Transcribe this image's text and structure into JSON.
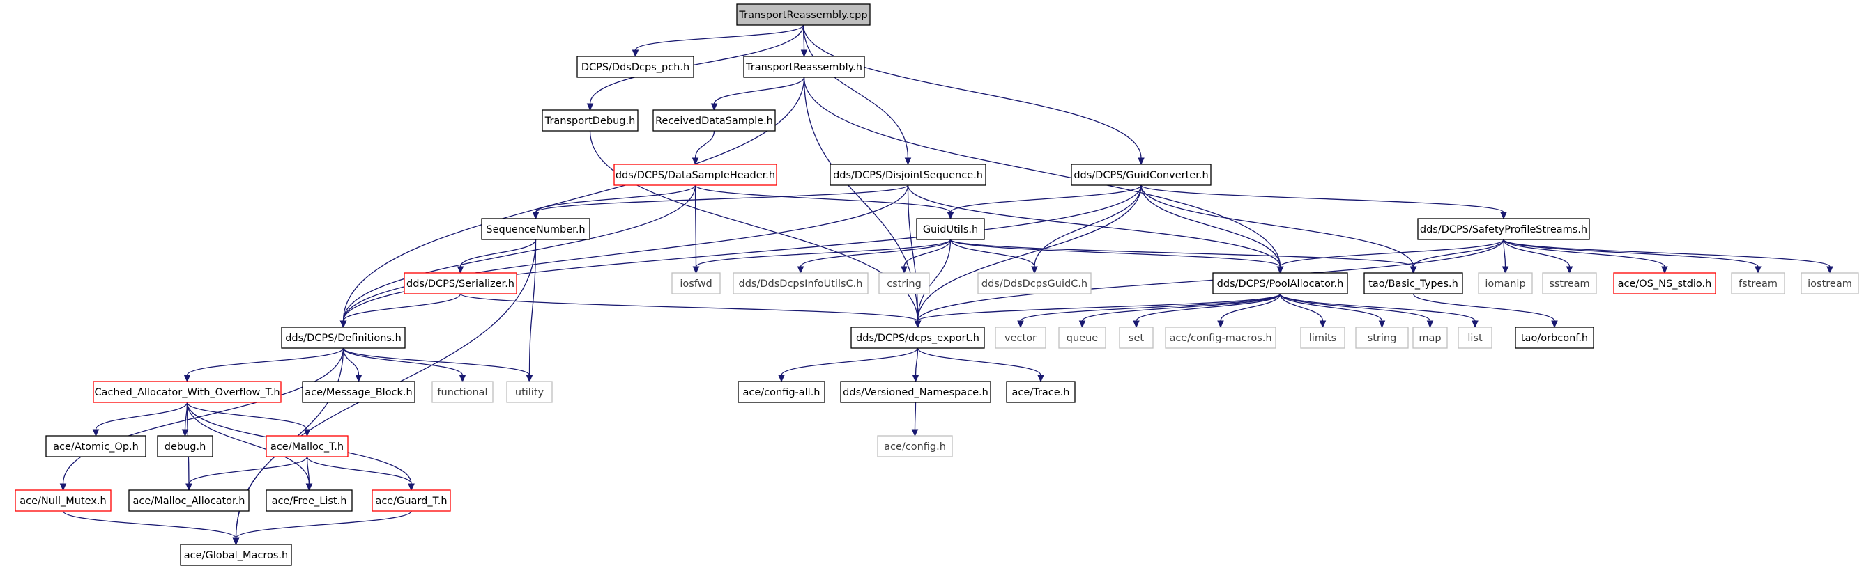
{
  "title": "TransportReassembly.cpp",
  "colors": {
    "edge": "#191970",
    "root_fill": "#bfbfbf",
    "normal_border": "#000000",
    "truncated_border": "#ff0000",
    "external_border": "#bfbfbf",
    "external_text": "#404040",
    "text": "#000000"
  },
  "nodes": [
    {
      "id": "root",
      "label": "TransportReassembly.cpp",
      "style": "root"
    },
    {
      "id": "pch",
      "label": "DCPS/DdsDcps_pch.h",
      "style": "normal"
    },
    {
      "id": "trh",
      "label": "TransportReassembly.h",
      "style": "normal"
    },
    {
      "id": "tdbg",
      "label": "TransportDebug.h",
      "style": "normal"
    },
    {
      "id": "rds",
      "label": "ReceivedDataSample.h",
      "style": "normal"
    },
    {
      "id": "dsh",
      "label": "dds/DCPS/DataSampleHeader.h",
      "style": "truncated"
    },
    {
      "id": "disj",
      "label": "dds/DCPS/DisjointSequence.h",
      "style": "normal"
    },
    {
      "id": "gconv",
      "label": "dds/DCPS/GuidConverter.h",
      "style": "normal"
    },
    {
      "id": "seqn",
      "label": "SequenceNumber.h",
      "style": "normal"
    },
    {
      "id": "gutils",
      "label": "GuidUtils.h",
      "style": "normal"
    },
    {
      "id": "sps",
      "label": "dds/DCPS/SafetyProfileStreams.h",
      "style": "normal"
    },
    {
      "id": "ser",
      "label": "dds/DCPS/Serializer.h",
      "style": "truncated"
    },
    {
      "id": "iosfwd",
      "label": "iosfwd",
      "style": "external"
    },
    {
      "id": "infoutils",
      "label": "dds/DdsDcpsInfoUtilsC.h",
      "style": "external"
    },
    {
      "id": "cstring",
      "label": "cstring",
      "style": "external"
    },
    {
      "id": "guidc",
      "label": "dds/DdsDcpsGuidC.h",
      "style": "external"
    },
    {
      "id": "pool",
      "label": "dds/DCPS/PoolAllocator.h",
      "style": "normal"
    },
    {
      "id": "basic",
      "label": "tao/Basic_Types.h",
      "style": "normal"
    },
    {
      "id": "iomanip",
      "label": "iomanip",
      "style": "external"
    },
    {
      "id": "sstream",
      "label": "sstream",
      "style": "external"
    },
    {
      "id": "osns",
      "label": "ace/OS_NS_stdio.h",
      "style": "truncated"
    },
    {
      "id": "fstream",
      "label": "fstream",
      "style": "external"
    },
    {
      "id": "iostream",
      "label": "iostream",
      "style": "external"
    },
    {
      "id": "defs",
      "label": "dds/DCPS/Definitions.h",
      "style": "normal"
    },
    {
      "id": "export",
      "label": "dds/DCPS/dcps_export.h",
      "style": "normal"
    },
    {
      "id": "vector",
      "label": "vector",
      "style": "external"
    },
    {
      "id": "queue",
      "label": "queue",
      "style": "external"
    },
    {
      "id": "set",
      "label": "set",
      "style": "external"
    },
    {
      "id": "cfgmac",
      "label": "ace/config-macros.h",
      "style": "external"
    },
    {
      "id": "limits",
      "label": "limits",
      "style": "external"
    },
    {
      "id": "string",
      "label": "string",
      "style": "external"
    },
    {
      "id": "map",
      "label": "map",
      "style": "external"
    },
    {
      "id": "list",
      "label": "list",
      "style": "external"
    },
    {
      "id": "orbconf",
      "label": "tao/orbconf.h",
      "style": "normal"
    },
    {
      "id": "cache",
      "label": "Cached_Allocator_With_Overflow_T.h",
      "style": "truncated"
    },
    {
      "id": "msgblk",
      "label": "ace/Message_Block.h",
      "style": "normal"
    },
    {
      "id": "functional",
      "label": "functional",
      "style": "external"
    },
    {
      "id": "utility",
      "label": "utility",
      "style": "external"
    },
    {
      "id": "cfgall",
      "label": "ace/config-all.h",
      "style": "normal"
    },
    {
      "id": "versns",
      "label": "dds/Versioned_Namespace.h",
      "style": "normal"
    },
    {
      "id": "trace",
      "label": "ace/Trace.h",
      "style": "normal"
    },
    {
      "id": "atomic",
      "label": "ace/Atomic_Op.h",
      "style": "normal"
    },
    {
      "id": "debug",
      "label": "debug.h",
      "style": "normal"
    },
    {
      "id": "malloct",
      "label": "ace/Malloc_T.h",
      "style": "truncated"
    },
    {
      "id": "config",
      "label": "ace/config.h",
      "style": "external"
    },
    {
      "id": "nullmutex",
      "label": "ace/Null_Mutex.h",
      "style": "truncated"
    },
    {
      "id": "mallocalloc",
      "label": "ace/Malloc_Allocator.h",
      "style": "normal"
    },
    {
      "id": "freelist",
      "label": "ace/Free_List.h",
      "style": "normal"
    },
    {
      "id": "guardt",
      "label": "ace/Guard_T.h",
      "style": "truncated"
    },
    {
      "id": "globmac",
      "label": "ace/Global_Macros.h",
      "style": "normal"
    }
  ],
  "edges": [
    [
      "root",
      "pch"
    ],
    [
      "root",
      "trh"
    ],
    [
      "root",
      "tdbg"
    ],
    [
      "root",
      "disj"
    ],
    [
      "root",
      "gconv"
    ],
    [
      "trh",
      "defs"
    ],
    [
      "trh",
      "rds"
    ],
    [
      "trh",
      "export"
    ],
    [
      "trh",
      "pool"
    ],
    [
      "tdbg",
      "export"
    ],
    [
      "rds",
      "dsh"
    ],
    [
      "dsh",
      "defs"
    ],
    [
      "dsh",
      "seqn"
    ],
    [
      "dsh",
      "iosfwd"
    ],
    [
      "dsh",
      "gutils"
    ],
    [
      "disj",
      "seqn"
    ],
    [
      "disj",
      "defs"
    ],
    [
      "disj",
      "pool"
    ],
    [
      "disj",
      "export"
    ],
    [
      "gconv",
      "defs"
    ],
    [
      "gconv",
      "gutils"
    ],
    [
      "gconv",
      "guidc"
    ],
    [
      "gconv",
      "export"
    ],
    [
      "gconv",
      "pool"
    ],
    [
      "gconv",
      "basic"
    ],
    [
      "gconv",
      "sps"
    ],
    [
      "seqn",
      "ser"
    ],
    [
      "seqn",
      "utility"
    ],
    [
      "seqn",
      "globmac"
    ],
    [
      "gutils",
      "iosfwd"
    ],
    [
      "gutils",
      "infoutils"
    ],
    [
      "gutils",
      "cstring"
    ],
    [
      "gutils",
      "guidc"
    ],
    [
      "gutils",
      "export"
    ],
    [
      "gutils",
      "pool"
    ],
    [
      "gutils",
      "basic"
    ],
    [
      "sps",
      "export"
    ],
    [
      "sps",
      "pool"
    ],
    [
      "sps",
      "basic"
    ],
    [
      "sps",
      "iomanip"
    ],
    [
      "sps",
      "sstream"
    ],
    [
      "sps",
      "osns"
    ],
    [
      "sps",
      "fstream"
    ],
    [
      "sps",
      "iostream"
    ],
    [
      "ser",
      "defs"
    ],
    [
      "ser",
      "export"
    ],
    [
      "pool",
      "export"
    ],
    [
      "pool",
      "vector"
    ],
    [
      "pool",
      "queue"
    ],
    [
      "pool",
      "set"
    ],
    [
      "pool",
      "cfgmac"
    ],
    [
      "pool",
      "limits"
    ],
    [
      "pool",
      "string"
    ],
    [
      "pool",
      "map"
    ],
    [
      "pool",
      "list"
    ],
    [
      "basic",
      "orbconf"
    ],
    [
      "defs",
      "cache"
    ],
    [
      "defs",
      "msgblk"
    ],
    [
      "defs",
      "functional"
    ],
    [
      "defs",
      "utility"
    ],
    [
      "defs",
      "nullmutex"
    ],
    [
      "defs",
      "globmac"
    ],
    [
      "export",
      "cfgall"
    ],
    [
      "export",
      "versns"
    ],
    [
      "export",
      "trace"
    ],
    [
      "versns",
      "config"
    ],
    [
      "cache",
      "atomic"
    ],
    [
      "cache",
      "debug"
    ],
    [
      "cache",
      "malloct"
    ],
    [
      "cache",
      "mallocalloc"
    ],
    [
      "cache",
      "freelist"
    ],
    [
      "cache",
      "guardt"
    ],
    [
      "malloct",
      "mallocalloc"
    ],
    [
      "malloct",
      "freelist"
    ],
    [
      "malloct",
      "guardt"
    ],
    [
      "nullmutex",
      "globmac"
    ],
    [
      "guardt",
      "globmac"
    ]
  ]
}
